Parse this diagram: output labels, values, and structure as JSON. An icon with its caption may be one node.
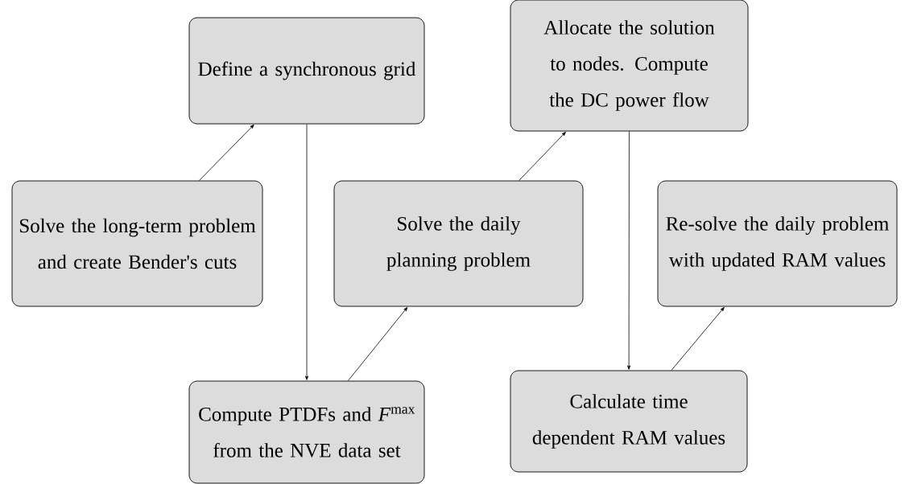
{
  "diagram": {
    "nodes": [
      {
        "text": [
          "Define a synchronous grid"
        ]
      },
      {
        "text": [
          "Allocate the solution to nodes. Compute the DC power flow"
        ]
      },
      {
        "text": [
          "Solve the long-term problem and create Bender's cuts"
        ]
      },
      {
        "text": [
          "Solve the daily planning problem"
        ]
      },
      {
        "text": [
          "Re-solve the daily problem with updated RAM values"
        ]
      },
      {
        "text": [
          "Compute PTDFs and *F*$^{max}$ from the NVE data set"
        ]
      },
      {
        "text": [
          "Calculate time dependent RAM values"
        ]
      }
    ],
    "edges": [
      {
        "from": 2,
        "to": 0,
        "arrow": "to"
      },
      {
        "from": 0,
        "to": 5,
        "arrow": "to"
      },
      {
        "from": 5,
        "to": 3,
        "arrow": "to"
      },
      {
        "from": 3,
        "to": 1,
        "arrow": "to"
      },
      {
        "from": 1,
        "to": 6,
        "arrow": "to"
      },
      {
        "from": 6,
        "to": 4,
        "arrow": "to"
      }
    ]
  }
}
